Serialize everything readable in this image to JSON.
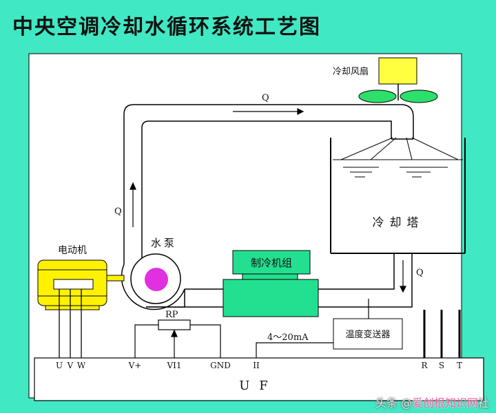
{
  "title": "中央空调冷却水循环系统工艺图",
  "labels": {
    "cooling_fan": "冷却风扇",
    "flow_q": "Q",
    "motor": "电动机",
    "pump": "水泵",
    "chiller_unit": "制冷机组",
    "cooling_tower": "冷却塔",
    "rp": "RP",
    "current_signal": "4～20mA",
    "temp_transmitter": "温度变送器",
    "terminal_u": "U",
    "terminal_v": "V",
    "terminal_w": "W",
    "terminal_vplus": "V+",
    "terminal_vi1": "VI1",
    "terminal_gnd": "GND",
    "terminal_ii": "II",
    "terminal_r": "R",
    "terminal_s": "S",
    "terminal_t": "T",
    "uf": "U F"
  },
  "watermark": {
    "prefix": "头条 @",
    "highlight": "爱创根知识网",
    "suffix": "社"
  },
  "colors": {
    "background": "#40E8C3",
    "panel": "#FFFFFF",
    "fan_blades": "#2DE06B",
    "fan_box": "#FFFF40",
    "motor": "#FFF200",
    "impeller": "#E030E0",
    "chiller": "#22E090"
  }
}
